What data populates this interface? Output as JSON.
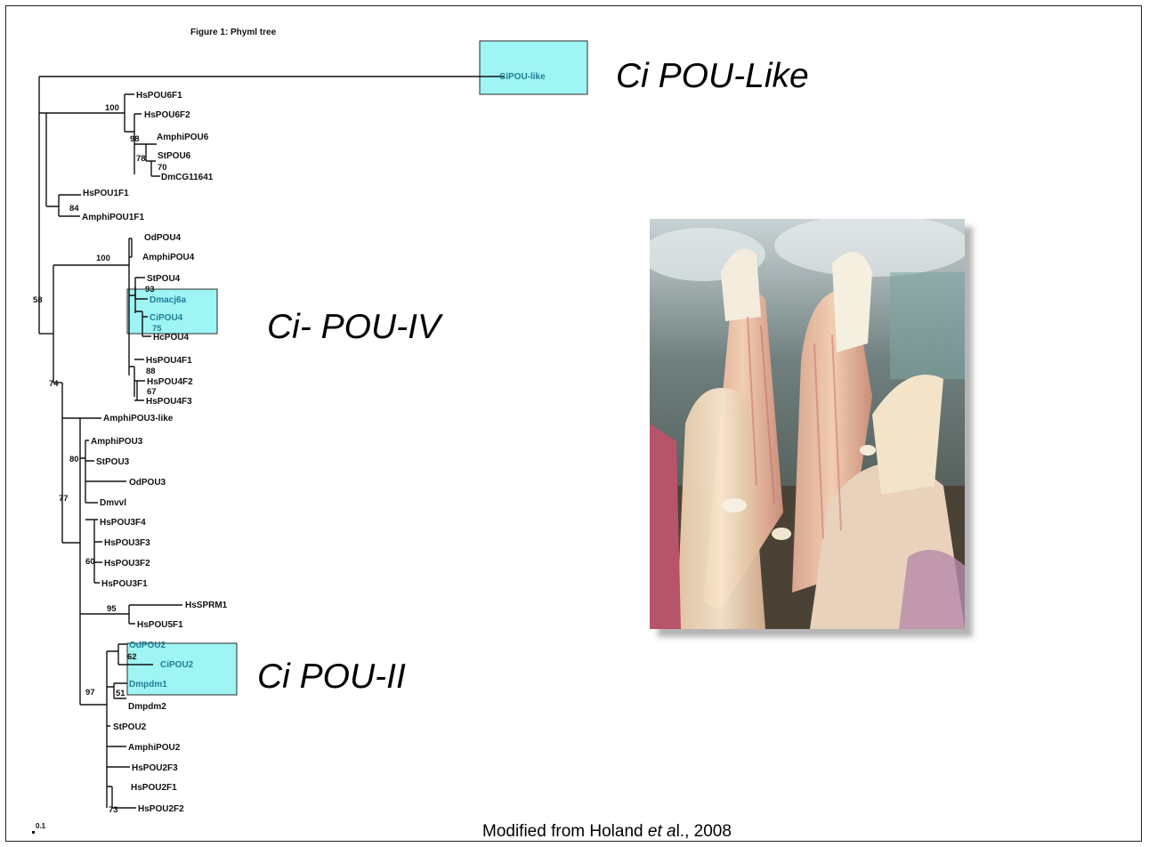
{
  "figure_title": "Figure 1: Phyml tree",
  "scale_label": "0.1",
  "credit": {
    "prefix": "Modified from Holand ",
    "etal": "et a",
    "suffix": "l., 2008"
  },
  "group_labels": {
    "pou_like": "Ci POU-Like",
    "pou_iv": "Ci- POU-IV",
    "pou_ii": "Ci POU-II"
  },
  "leaves": {
    "CiPOUlike": "CiPOU-like",
    "HsPOU6F1": "HsPOU6F1",
    "HsPOU6F2": "HsPOU6F2",
    "AmphiPOU6": "AmphiPOU6",
    "StPOU6": "StPOU6",
    "DmCG11641": "DmCG11641",
    "HsPOU1F1": "HsPOU1F1",
    "AmphiPOU1F1": "AmphiPOU1F1",
    "OdPOU4": "OdPOU4",
    "AmphiPOU4": "AmphiPOU4",
    "StPOU4": "StPOU4",
    "Dmacj6a": "Dmacj6a",
    "CiPOU4": "CiPOU4",
    "HcPOU4": "HcPOU4",
    "HsPOU4F1": "HsPOU4F1",
    "HsPOU4F2": "HsPOU4F2",
    "HsPOU4F3": "HsPOU4F3",
    "AmphiPOU3like": "AmphiPOU3-like",
    "AmphiPOU3": "AmphiPOU3",
    "StPOU3": "StPOU3",
    "OdPOU3": "OdPOU3",
    "Dmvvl": "Dmvvl",
    "HsPOU3F4": "HsPOU3F4",
    "HsPOU3F3": "HsPOU3F3",
    "HsPOU3F2": "HsPOU3F2",
    "HsPOU3F1": "HsPOU3F1",
    "HsSPRM1": "HsSPRM1",
    "HsPOU5F1": "HsPOU5F1",
    "OdPOU2": "OdPOU2",
    "CiPOU2": "CiPOU2",
    "Dmpdm1": "Dmpdm1",
    "Dmpdm2": "Dmpdm2",
    "StPOU2": "StPOU2",
    "AmphiPOU2": "AmphiPOU2",
    "HsPOU2F3": "HsPOU2F3",
    "HsPOU2F1": "HsPOU2F1",
    "HsPOU2F2": "HsPOU2F2"
  },
  "support": {
    "s100a": "100",
    "s98": "98",
    "s78": "78",
    "s70": "70",
    "s84": "84",
    "s100b": "100",
    "s58": "58",
    "s93": "93",
    "s75": "75",
    "s88": "88",
    "s67": "67",
    "s74": "74",
    "s80": "80",
    "s77": "77",
    "s60": "60",
    "s95": "95",
    "s62": "62",
    "s51": "51",
    "s97": "97",
    "s73": "73"
  },
  "colors": {
    "highlight": "#9ff4f4",
    "highlight_text": "#1f7f95"
  }
}
